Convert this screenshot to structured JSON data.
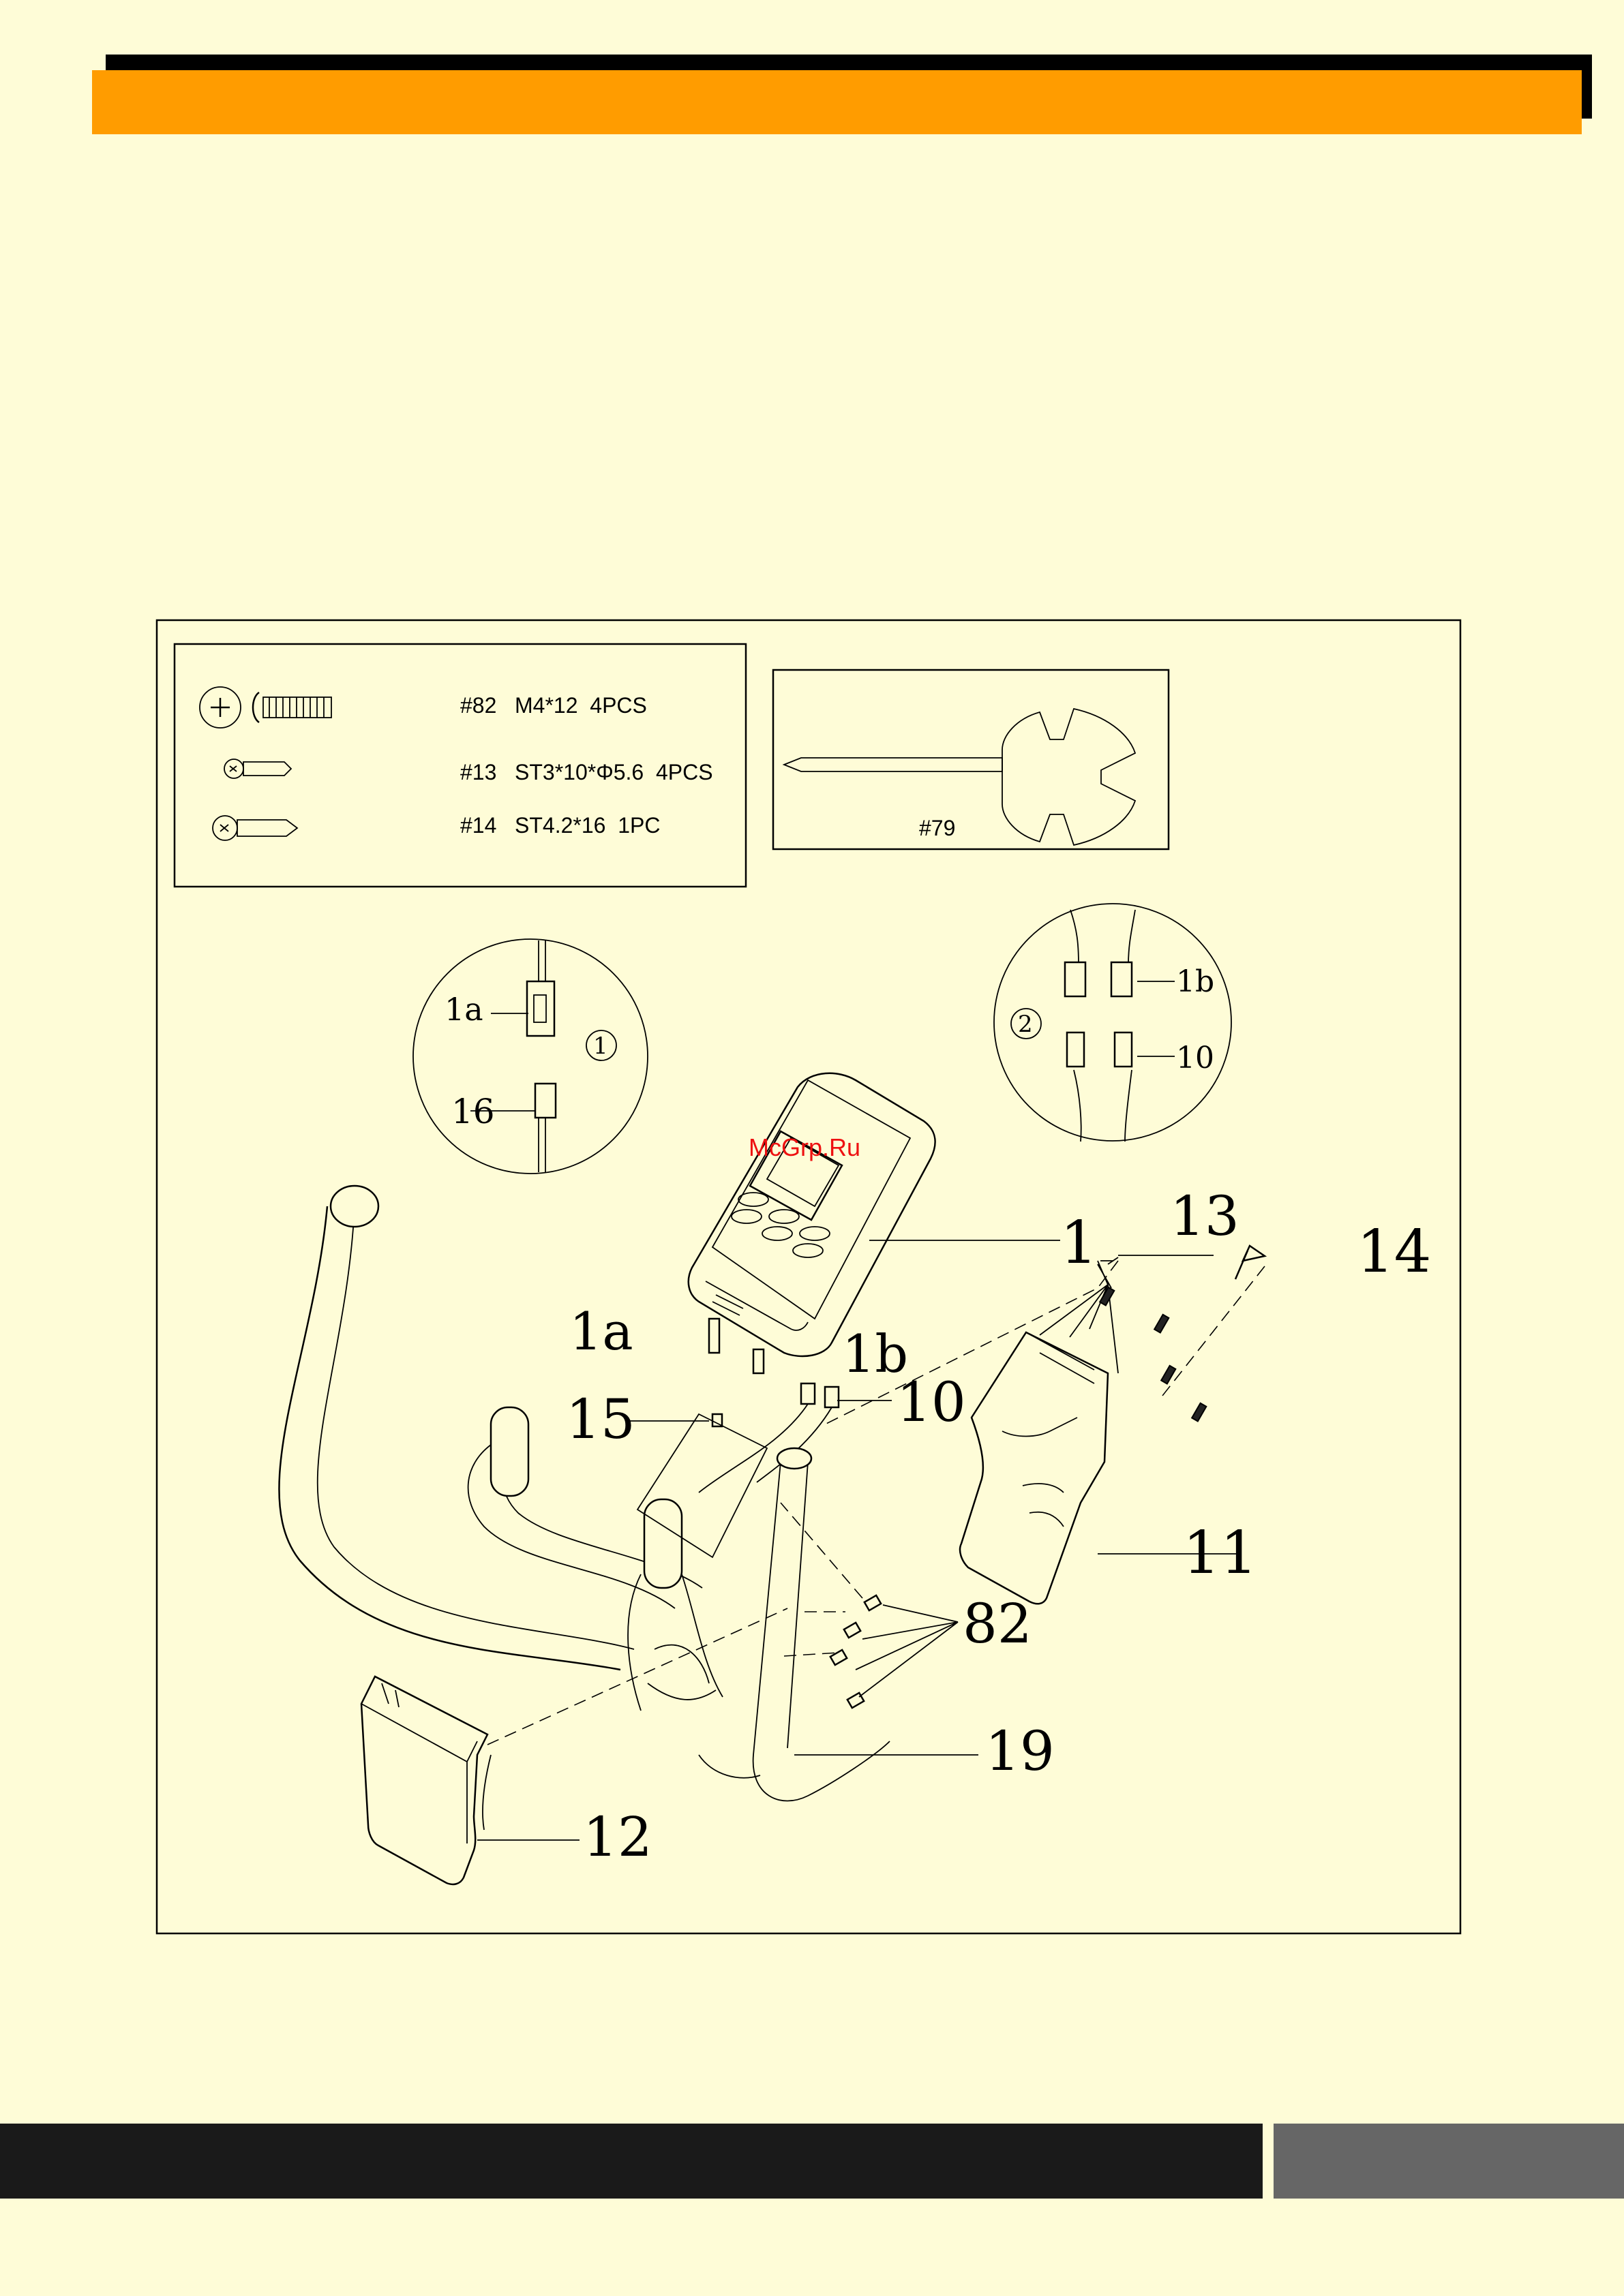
{
  "hardware": [
    {
      "id": "#82",
      "spec": "M4*12  4PCS",
      "icon": "phillips-bolt-icon"
    },
    {
      "id": "#13",
      "spec": "ST3*10*Φ5.6  4PCS",
      "icon": "small-screw-icon"
    },
    {
      "id": "#14",
      "spec": "ST4.2*16  1PC",
      "icon": "self-tapping-screw-icon"
    }
  ],
  "tool": {
    "id": "#79",
    "icon": "combination-wrench-screwdriver-icon"
  },
  "detail_1": {
    "step": "1",
    "labels": [
      "1a",
      "16"
    ]
  },
  "detail_2": {
    "step": "2",
    "labels": [
      "1b",
      "10"
    ]
  },
  "callouts": [
    "1",
    "13",
    "14",
    "1a",
    "1b",
    "15",
    "10",
    "11",
    "82",
    "19",
    "12"
  ],
  "watermark": "McGrp.Ru",
  "colors": {
    "background": "#fefcd7",
    "header": "#ff9c00",
    "footer": "#1a1a1a",
    "footer_accent": "#666666",
    "watermark": "#ee1111"
  }
}
